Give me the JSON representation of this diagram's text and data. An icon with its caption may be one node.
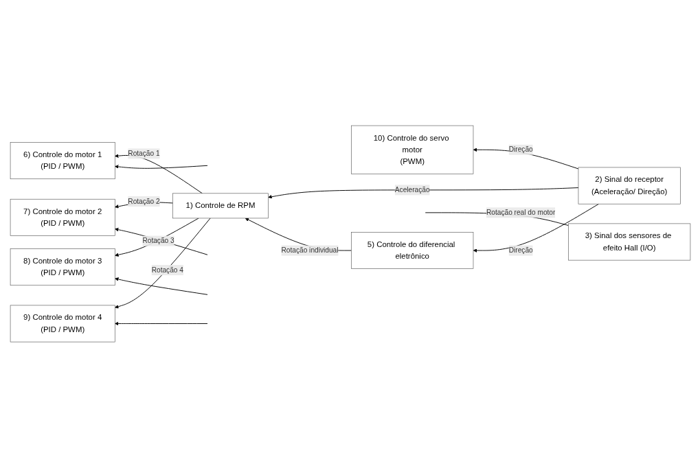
{
  "diagram": {
    "nodes": [
      {
        "text": [
          "6) Controle do motor 1",
          "(PID / PWM)"
        ]
      },
      {
        "text": [
          "2) Sinal do receptor",
          "(Aceleração/ Direção)"
        ]
      },
      {
        "text": [
          "10) Controle do servo motor",
          "(PWM)"
        ]
      },
      {
        "text": [
          "7) Controle do motor 2",
          "(PID / PWM)"
        ]
      },
      {
        "text": [
          "1) Controle de RPM"
        ]
      },
      {
        "text": [
          "5) Controle do diferencial eletrônico"
        ]
      },
      {
        "text": [
          "8) Controle do motor 3",
          "(PID / PWM)"
        ]
      },
      {
        "text": [
          "3) Sinal dos sensores de efeito Hall (I/O)"
        ]
      },
      {
        "text": [
          "9) Controle do motor 4",
          "(PID / PWM)"
        ]
      }
    ],
    "edges": [
      {
        "from": 1,
        "to": 2,
        "arrow": "to",
        "label": "Direção"
      },
      {
        "from": 1,
        "to": 5,
        "arrow": "to",
        "label": "Direção"
      },
      {
        "from": 1,
        "to": 4,
        "arrow": "to",
        "label": "Aceleração"
      },
      {
        "from": 5,
        "to": 4,
        "arrow": "to",
        "label": "Rotação individual"
      },
      {
        "from": 4,
        "to": 0,
        "arrow": "to",
        "label": "Rotação 1"
      },
      {
        "from": 4,
        "to": 3,
        "arrow": "to",
        "label": "Rotação 2"
      },
      {
        "from": 4,
        "to": 6,
        "arrow": "to",
        "label": "Rotação 3"
      },
      {
        "from": 4,
        "to": 8,
        "arrow": "to",
        "label": "Rotação 4"
      },
      {
        "from": 7,
        "to": null,
        "arrow": "none",
        "label": "Rotação real do motor"
      },
      {
        "from": null,
        "to": 0,
        "arrow": "to"
      },
      {
        "from": null,
        "to": 3,
        "arrow": "to"
      },
      {
        "from": null,
        "to": 6,
        "arrow": "to"
      },
      {
        "from": null,
        "to": 8,
        "arrow": "to"
      }
    ]
  }
}
